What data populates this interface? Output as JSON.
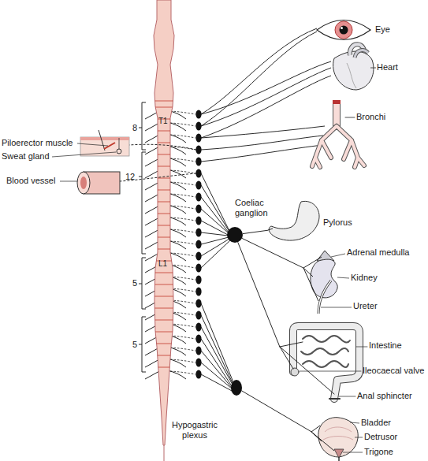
{
  "diagram": {
    "nodes": [
      {
        "text": [
          "Eye"
        ]
      },
      {
        "text": [
          "Heart"
        ]
      },
      {
        "text": [
          "Piloerector muscle",
          "Sweat gland"
        ]
      },
      {
        "text": [
          "Bronchi"
        ]
      },
      {
        "text": [
          "Blood vessel"
        ]
      },
      {
        "text": [
          "Coeliac ganglion"
        ]
      },
      {
        "text": [
          "Pylorus"
        ]
      },
      {
        "text": [
          "Adrenal medulla",
          "Kidney",
          "Ureter"
        ]
      },
      {
        "text": [
          "Intestine",
          "Ileocaecal valve",
          "Anal sphincter"
        ]
      },
      {
        "text": [
          "Hypogastric plexus"
        ]
      },
      {
        "text": [
          "Bladder",
          "Detrusor",
          "Trigone"
        ]
      }
    ],
    "edges": [
      {
        "from": 5,
        "to": 6,
        "arrow": "none"
      },
      {
        "from": 5,
        "to": 7,
        "arrow": "none"
      },
      {
        "from": 5,
        "to": 8,
        "arrow": "none"
      },
      {
        "from": 9,
        "to": 10,
        "arrow": "none"
      }
    ],
    "labels": [
      "8",
      "T1",
      "12",
      "L1",
      "5",
      "5"
    ]
  }
}
